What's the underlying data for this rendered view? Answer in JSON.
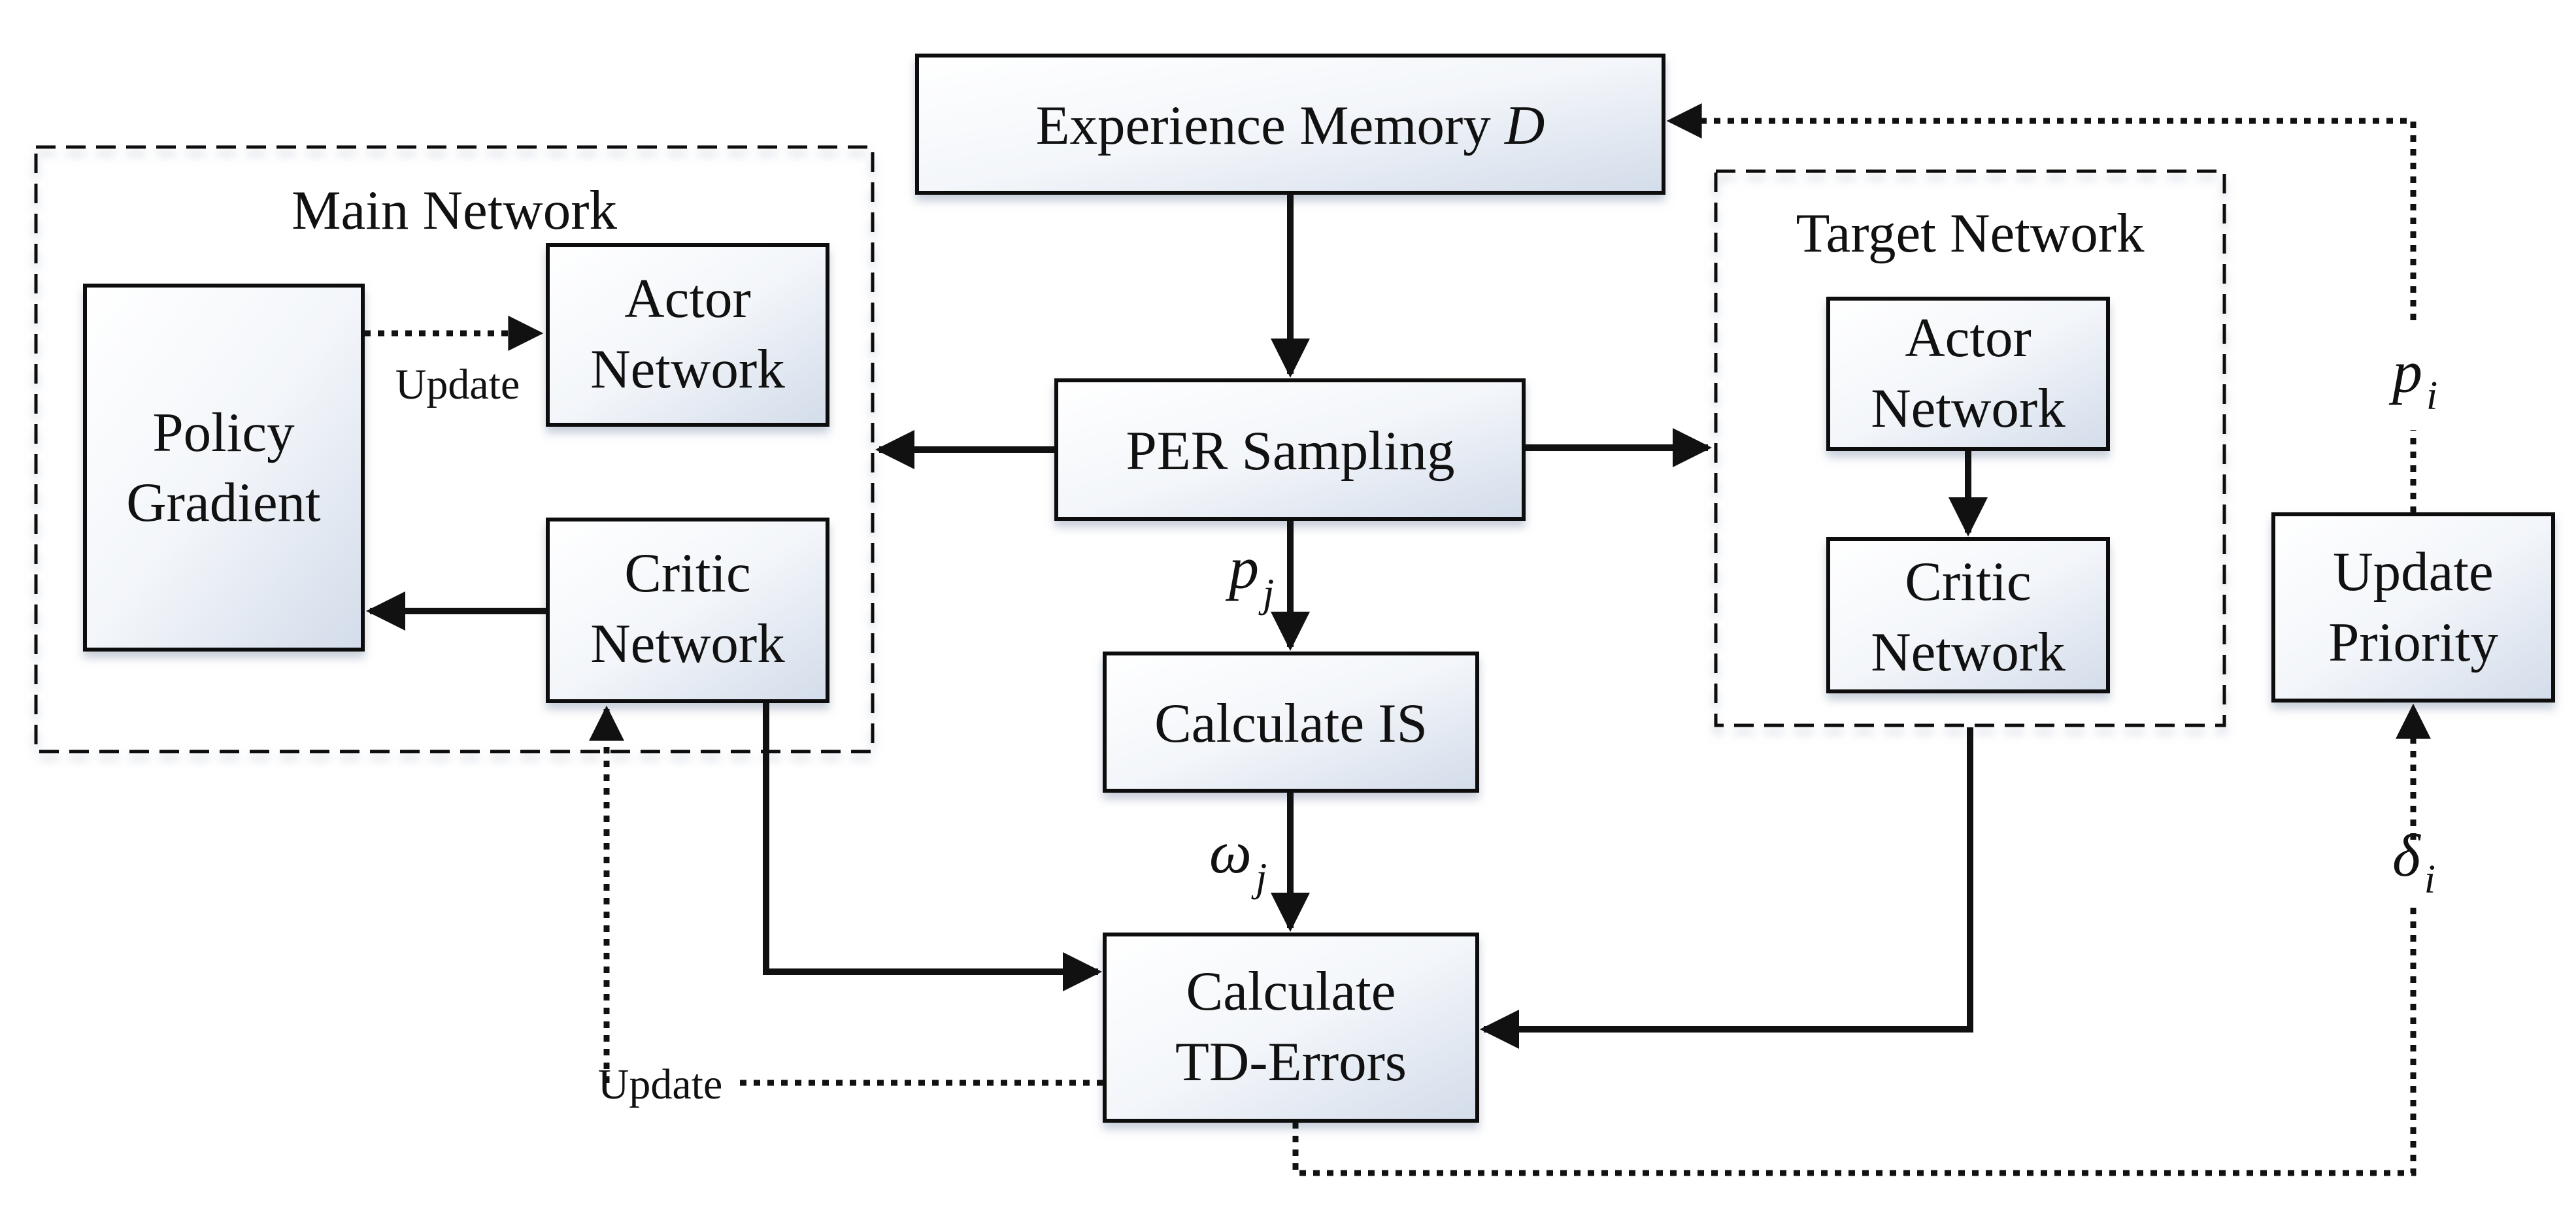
{
  "groups": {
    "main": "Main Network",
    "target": "Target Network"
  },
  "nodes": {
    "memory": {
      "label": "Experience Memory",
      "var": "D"
    },
    "per_sampling": "PER Sampling",
    "calculate_is": "Calculate IS",
    "td_errors": {
      "line1": "Calculate",
      "line2": "TD-Errors"
    },
    "main_actor": {
      "line1": "Actor",
      "line2": "Network"
    },
    "main_critic": {
      "line1": "Critic",
      "line2": "Network"
    },
    "policy_gradient": {
      "line1": "Policy",
      "line2": "Gradient"
    },
    "target_actor": {
      "line1": "Actor",
      "line2": "Network"
    },
    "target_critic": {
      "line1": "Critic",
      "line2": "Network"
    },
    "update_priority": {
      "line1": "Update",
      "line2": "Priority"
    }
  },
  "edge_labels": {
    "update_actor": "Update",
    "update_critic": "Update",
    "p_j": {
      "sym": "p",
      "sub": "j"
    },
    "omega_j": {
      "sym": "ω",
      "sub": "j"
    },
    "p_i": {
      "sym": "p",
      "sub": "i"
    },
    "delta_i": {
      "sym": "δ",
      "sub": "i"
    }
  },
  "colors": {
    "box_fill_light": "#ffffff",
    "box_fill_dark": "#d3dcea",
    "stroke": "#111111"
  }
}
